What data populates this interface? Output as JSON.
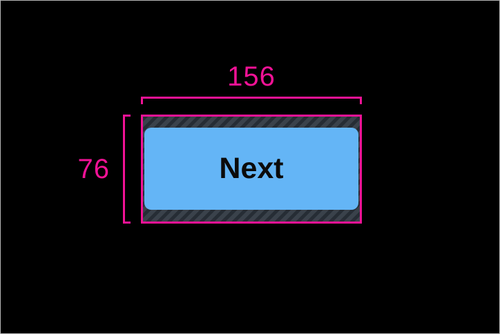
{
  "measurement": {
    "width_label": "156",
    "height_label": "76"
  },
  "button": {
    "label": "Next"
  },
  "colors": {
    "annotation": "#f21296",
    "button-bg": "#64b5f6",
    "button-text": "#0b0b0b",
    "hatch-bg": "#3a424b",
    "hatch-stripe": "#262d35",
    "canvas-bg": "#000000",
    "frame-border": "#b8b8b8"
  }
}
